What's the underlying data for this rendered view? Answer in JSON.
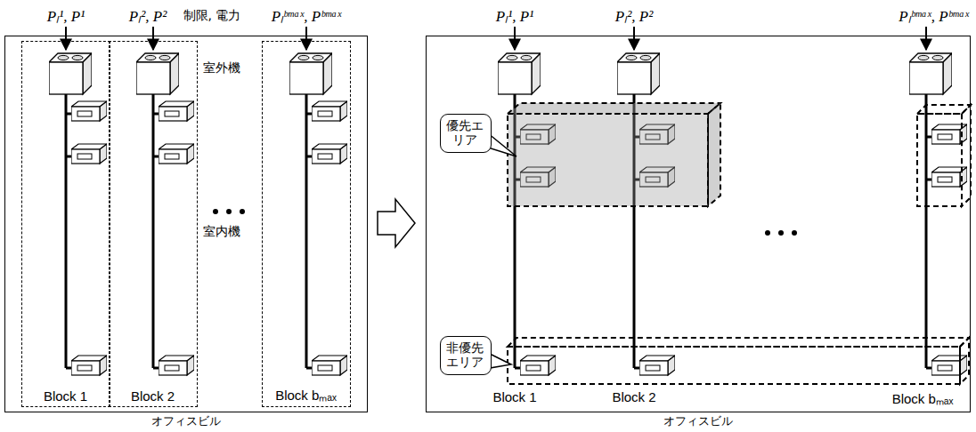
{
  "diagram": {
    "nodes": [
      {
        "text": [
          "オフィスビル"
        ]
      },
      {
        "text": [
          "Block 1"
        ],
        "in": 0
      },
      {
        "text": [
          "Block 2"
        ],
        "in": 0
      },
      {
        "text": [
          "Block bₘₐₓ"
        ],
        "in": 0
      },
      {
        "text": [
          "オフィスビル"
        ]
      },
      {
        "text": [
          "優先エリア"
        ],
        "in": 4
      },
      {
        "text": [
          "非優先エリア"
        ],
        "in": 4
      }
    ],
    "labels": [
      "Pₗ¹, P¹",
      "Pₗ², P²",
      "制限, 電力",
      "Pₗᵇᵐᵃˣ, Pᵇᵐᵃˣ",
      "室外機",
      "室内機",
      "Pₗ¹, P¹",
      "Pₗ², P²",
      "Pₗᵇᵐᵃˣ, Pᵇᵐᵃˣ",
      "Block 1",
      "Block 2",
      "Block bₘₐₓ"
    ]
  }
}
